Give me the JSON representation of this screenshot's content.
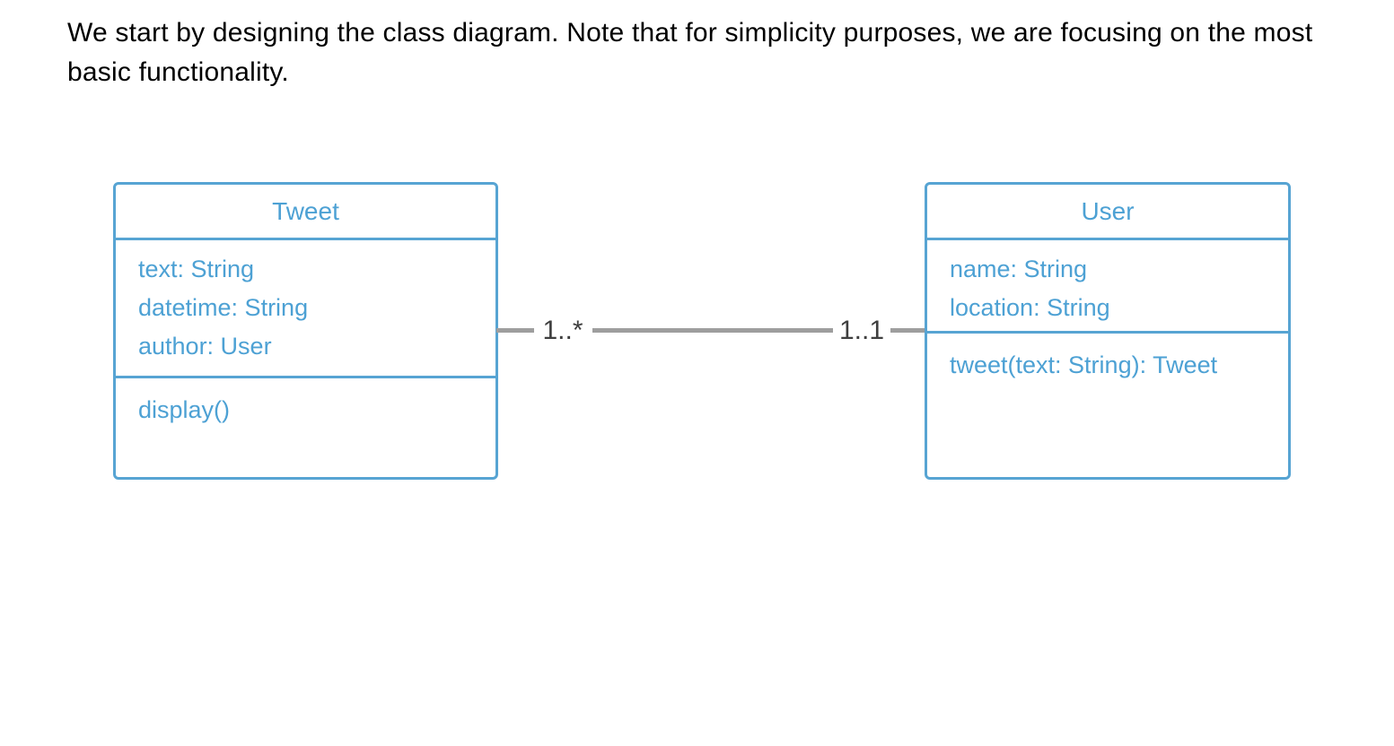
{
  "header": {
    "text": "We start by designing the class diagram. Note that for simplicity purposes, we are focusing on the most basic functionality."
  },
  "diagram": {
    "type": "uml-class-diagram",
    "classes": [
      {
        "name": "Tweet",
        "attributes": [
          "text: String",
          "datetime: String",
          "author: User"
        ],
        "methods": [
          "display()"
        ]
      },
      {
        "name": "User",
        "attributes": [
          "name: String",
          "location: String"
        ],
        "methods": [
          "tweet(text: String): Tweet"
        ]
      }
    ],
    "association": {
      "from": "Tweet",
      "to": "User",
      "source_multiplicity": "1..*",
      "target_multiplicity": "1..1"
    }
  },
  "colors": {
    "box-border-blue": "#57A4D3",
    "class-text-blue": "#4DA1D4",
    "association-gray": "#9E9E9E",
    "multiplicity-gray": "#3F3F3F",
    "intro-text": "#000000",
    "background": "#FFFFFF"
  }
}
